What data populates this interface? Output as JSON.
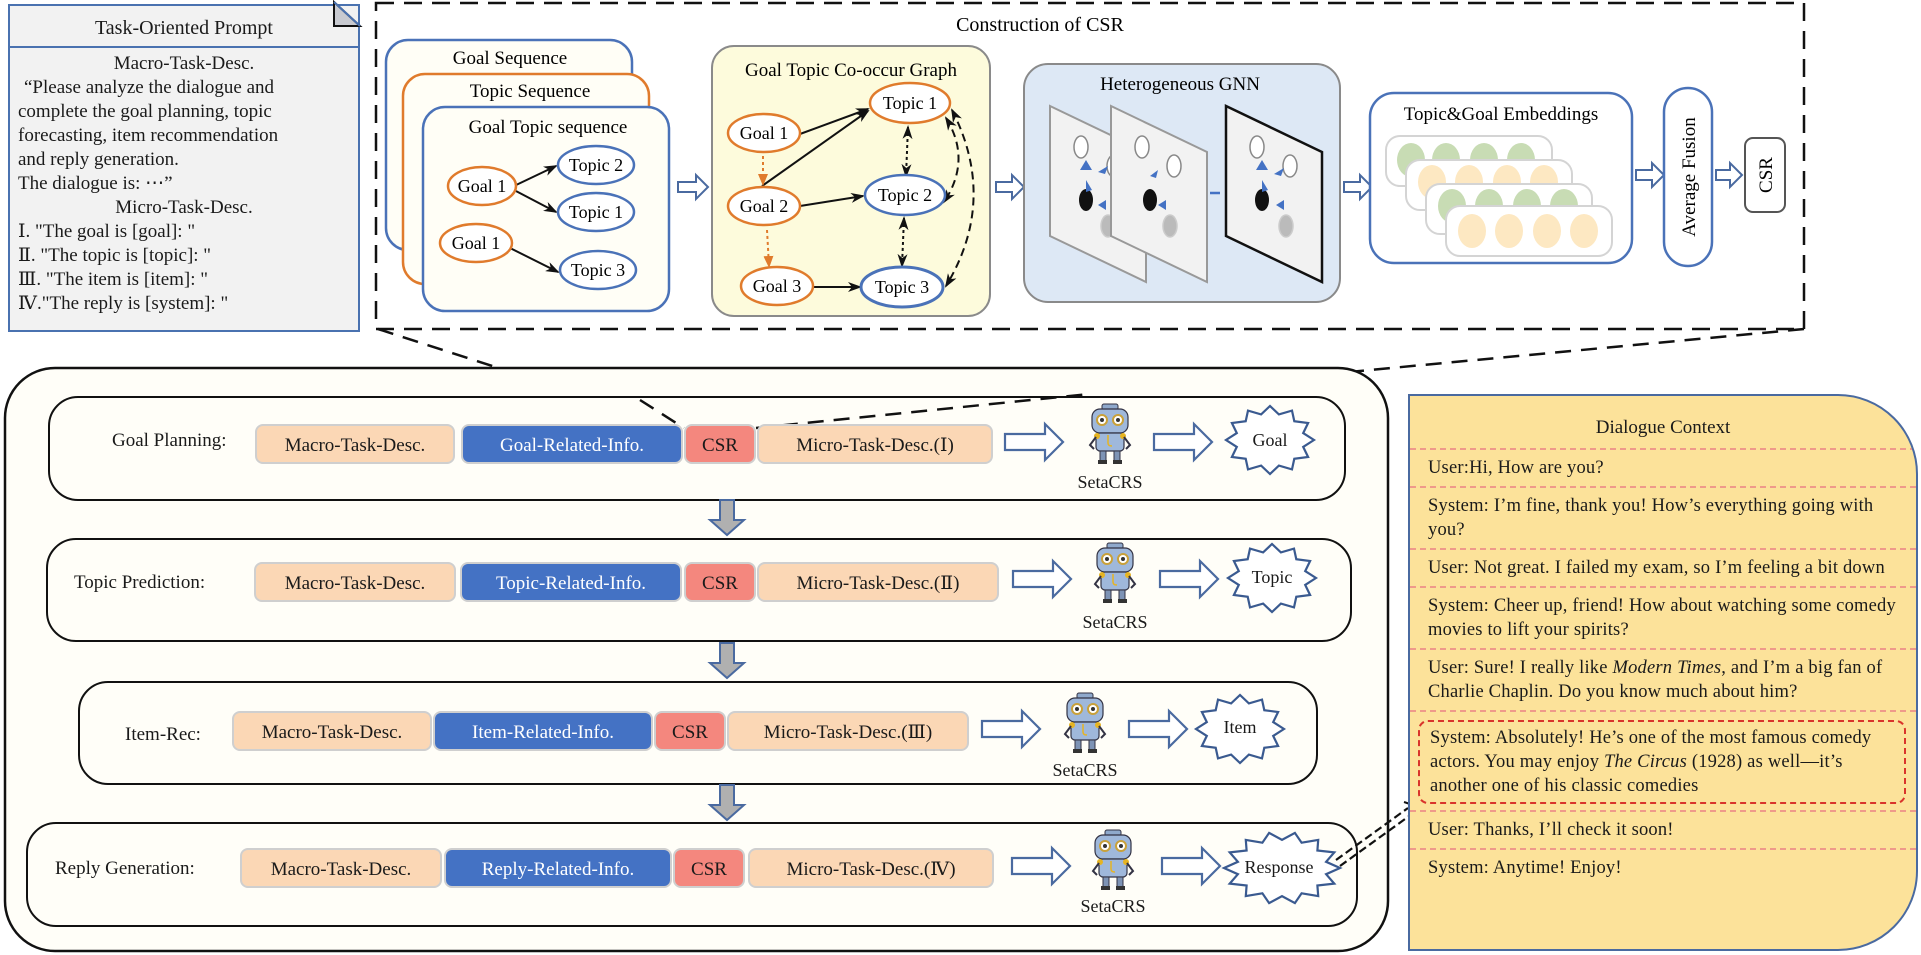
{
  "prompt": {
    "title": "Task-Oriented Prompt",
    "macro_heading": "Macro-Task-Desc.",
    "macro_lines": [
      "“Please analyze the dialogue and",
      "complete the goal planning, topic",
      "forecasting, item recommendation",
      "and reply generation.",
      "The dialogue is: ⋯”"
    ],
    "micro_heading": "Micro-Task-Desc.",
    "micro_items": [
      {
        "numeral": "Ⅰ.",
        "text": " \"The goal is [goal]: \""
      },
      {
        "numeral": "Ⅱ.",
        "text": " \"The topic is [topic]: \""
      },
      {
        "numeral": "Ⅲ.",
        "text": " \"The item is [item]: \""
      },
      {
        "numeral": "Ⅳ.",
        "text": "\"The reply is [system]: \""
      }
    ]
  },
  "csr_construction": {
    "title": "Construction of CSR",
    "sequences": {
      "back_title": "Goal Sequence",
      "mid_title": "Topic Sequence",
      "front_title": "Goal Topic sequence",
      "nodes": [
        {
          "id": "g1a",
          "label": "Goal 1",
          "type": "goal"
        },
        {
          "id": "t2",
          "label": "Topic 2",
          "type": "topic"
        },
        {
          "id": "t1",
          "label": "Topic 1",
          "type": "topic"
        },
        {
          "id": "g1b",
          "label": "Goal 1",
          "type": "goal"
        },
        {
          "id": "t3",
          "label": "Topic 3",
          "type": "topic"
        }
      ]
    },
    "graph": {
      "title": "Goal Topic Co-occur Graph",
      "nodes": [
        {
          "id": "g1",
          "label": "Goal 1",
          "type": "goal"
        },
        {
          "id": "g2",
          "label": "Goal 2",
          "type": "goal"
        },
        {
          "id": "g3",
          "label": "Goal 3",
          "type": "goal"
        },
        {
          "id": "t1",
          "label": "Topic 1",
          "type": "goal"
        },
        {
          "id": "t2",
          "label": "Topic 2",
          "type": "topic"
        },
        {
          "id": "t3",
          "label": "Topic 3",
          "type": "topic"
        }
      ]
    },
    "gnn": {
      "title": "Heterogeneous GNN"
    },
    "embeddings": {
      "title": "Topic&Goal Embeddings"
    },
    "fusion": {
      "label": "Average Fusion"
    },
    "output": {
      "label": "CSR"
    }
  },
  "pipeline": {
    "rows": [
      {
        "label": "Goal Planning:",
        "macro": "Macro-Task-Desc.",
        "info": "Goal-Related-Info.",
        "csr": "CSR",
        "micro": "Micro-Task-Desc.(Ⅰ)",
        "agent": "SetaCRS",
        "output": "Goal"
      },
      {
        "label": "Topic Prediction:",
        "macro": "Macro-Task-Desc.",
        "info": "Topic-Related-Info.",
        "csr": "CSR",
        "micro": "Micro-Task-Desc.(Ⅱ)",
        "agent": "SetaCRS",
        "output": "Topic"
      },
      {
        "label": "Item-Rec:",
        "macro": "Macro-Task-Desc.",
        "info": "Item-Related-Info.",
        "csr": "CSR",
        "micro": "Micro-Task-Desc.(Ⅲ)",
        "agent": "SetaCRS",
        "output": "Item"
      },
      {
        "label": "Reply Generation:",
        "macro": "Macro-Task-Desc.",
        "info": "Reply-Related-Info.",
        "csr": "CSR",
        "micro": "Micro-Task-Desc.(Ⅳ)",
        "agent": "SetaCRS",
        "output": "Response"
      }
    ]
  },
  "dialogue": {
    "title": "Dialogue Context",
    "turns": [
      {
        "speaker": "User",
        "parts": [
          {
            "t": "User:Hi, How are you?"
          }
        ]
      },
      {
        "speaker": "System",
        "parts": [
          {
            "t": "System: I’m fine, thank you!  How’s everything going with you?"
          }
        ]
      },
      {
        "speaker": "User",
        "parts": [
          {
            "t": "User: Not great. I failed my exam, so I’m feeling a bit down"
          }
        ]
      },
      {
        "speaker": "System",
        "parts": [
          {
            "t": "System: Cheer up, friend! How about watching some comedy movies to lift your spirits?"
          }
        ]
      },
      {
        "speaker": "User",
        "parts": [
          {
            "t": "User: Sure! I really like "
          },
          {
            "t": "Modern Times",
            "i": true
          },
          {
            "t": ",  and I’m a big fan of Charlie Chaplin. Do you know much about him?"
          }
        ]
      },
      {
        "speaker": "System",
        "highlight": true,
        "parts": [
          {
            "t": "System: Absolutely! He’s one of the most famous comedy actors. You may enjoy "
          },
          {
            "t": "The Circus",
            "i": true
          },
          {
            "t": " (1928) as well—it’s another one of his classic comedies"
          }
        ]
      },
      {
        "speaker": "User",
        "parts": [
          {
            "t": "User: Thanks, I’ll check it soon!"
          }
        ]
      },
      {
        "speaker": "System",
        "parts": [
          {
            "t": "System: Anytime! Enjoy!"
          }
        ]
      }
    ]
  },
  "colors": {
    "goal_node": "#e07b2c",
    "topic_node": "#4a72b8",
    "info_chip": "#4472c4",
    "macro_chip": "#fbd7b5",
    "csr_chip": "#f4877e",
    "dialogue_bg": "#fce29a",
    "highlight_border": "#d9342b",
    "graph_bg": "#fdfbdc",
    "gnn_bg": "#dde8f5"
  }
}
